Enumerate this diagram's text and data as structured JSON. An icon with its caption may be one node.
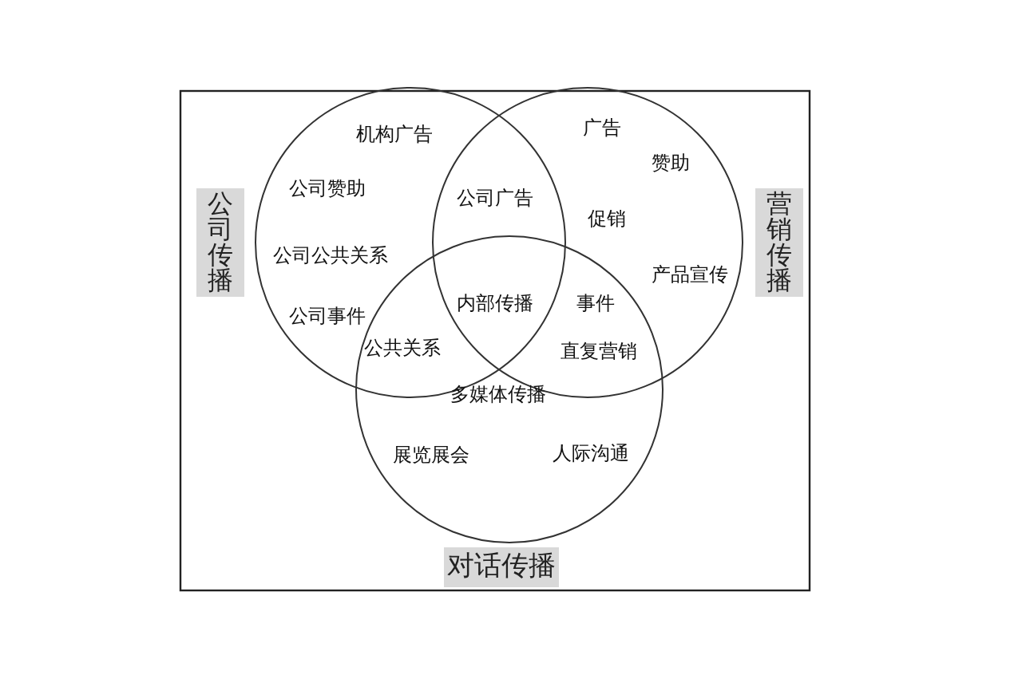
{
  "diagram": {
    "nodes": [
      {
        "text": [
          "公司传播"
        ]
      },
      {
        "text": [
          "营销传播"
        ]
      },
      {
        "text": [
          "对话传播"
        ]
      }
    ],
    "labels": [
      "广告",
      "机构广告",
      "赞助",
      "公司赞助",
      "公司广告",
      "促销",
      "公司公共关系",
      "产品宣传",
      "内部传播",
      "事件",
      "公司事件",
      "公共关系",
      "直复营销",
      "多媒体传播",
      "人际沟通",
      "展览展会"
    ]
  }
}
